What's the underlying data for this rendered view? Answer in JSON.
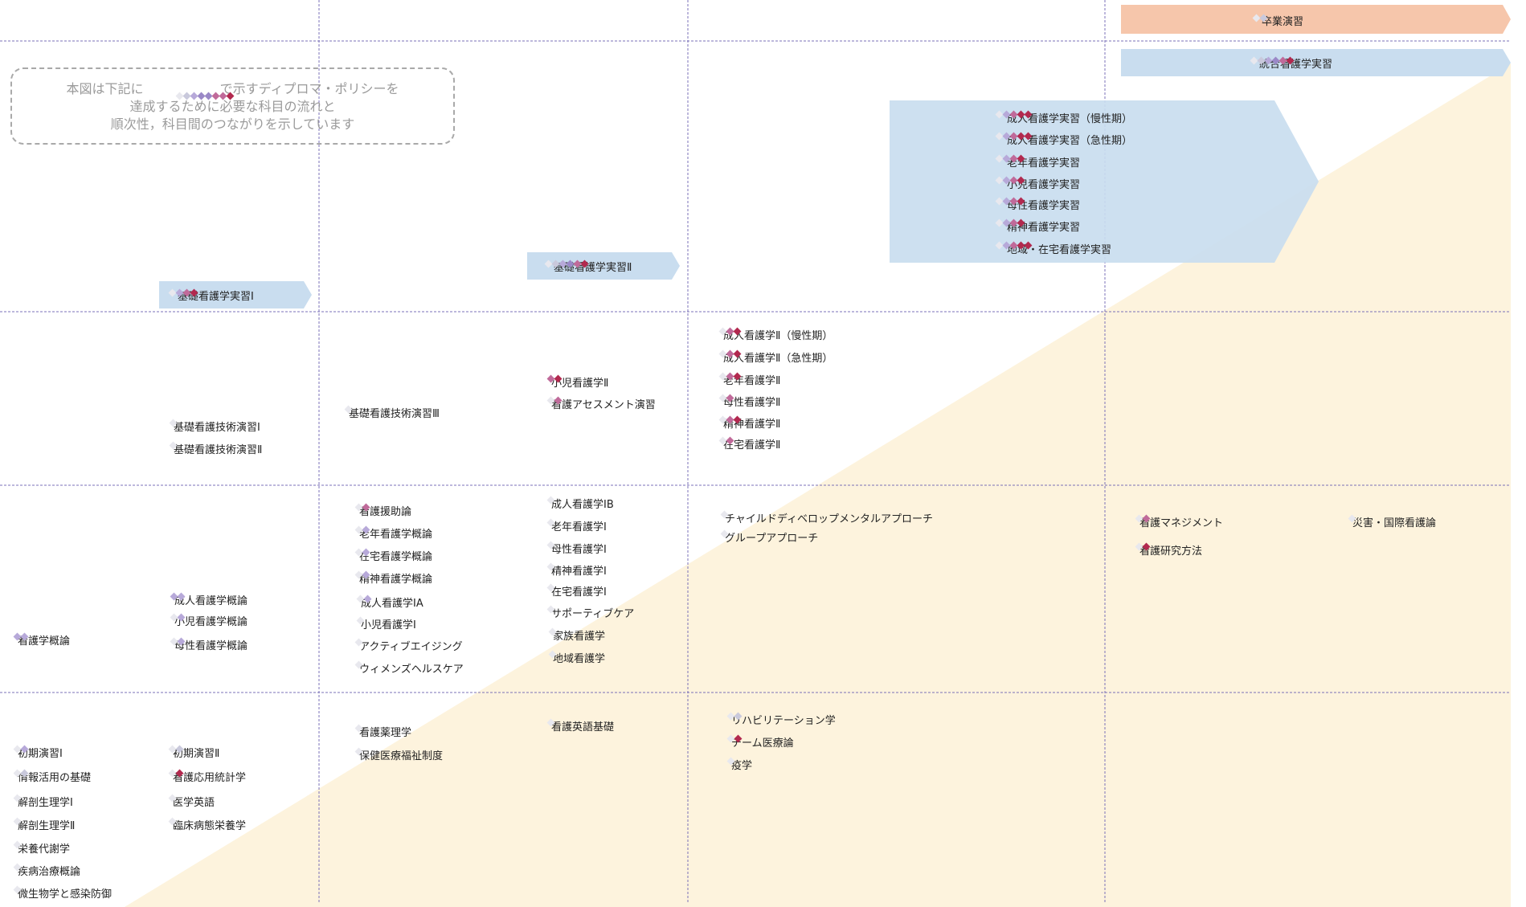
{
  "note": {
    "line1_before": "本図は下記に",
    "line1_after": "で示すディプロマ・ポリシーを",
    "line2": "達成するために必要な科目の流れと",
    "line3": "順次性，科目間のつながりを示しています"
  },
  "colors": {
    "grid_line": "#7b72b8",
    "triangle": "#fdf3dd",
    "banner_blue": "#c9ddef",
    "banner_orange": "#f6c6ab",
    "note_border": "#a9a9a9",
    "dp": [
      "#e8e8ee",
      "#c9c9dc",
      "#b7a9d9",
      "#9a88c7",
      "#c06a9a",
      "#b2294f"
    ]
  },
  "banners": [
    {
      "label": "卒業演習",
      "color": "orange",
      "dots": [
        0,
        1
      ]
    },
    {
      "label": "統合看護学実習",
      "color": "blue",
      "dots": [
        0,
        1,
        2,
        3,
        4,
        5
      ]
    },
    {
      "label": "基礎看護学実習Ⅱ",
      "color": "blue",
      "dots": [
        0,
        1,
        2,
        3,
        4,
        5
      ]
    },
    {
      "label": "基礎看護学実習Ⅰ",
      "color": "blue",
      "dots": [
        0,
        2,
        4,
        5
      ]
    },
    {
      "label": "",
      "color": "blue",
      "dots": []
    }
  ],
  "practicum_group": {
    "items": [
      {
        "label": "成人看護学実習（慢性期）",
        "dots": [
          0,
          2,
          4,
          5,
          5
        ]
      },
      {
        "label": "成人看護学実習（急性期）",
        "dots": [
          0,
          2,
          4,
          5,
          5
        ]
      },
      {
        "label": "老年看護学実習",
        "dots": [
          0,
          2,
          4,
          5
        ]
      },
      {
        "label": "小児看護学実習",
        "dots": [
          0,
          2,
          4,
          5
        ]
      },
      {
        "label": "母性看護学実習",
        "dots": [
          0,
          2,
          4,
          5
        ]
      },
      {
        "label": "精神看護学実習",
        "dots": [
          0,
          2,
          4,
          5
        ]
      },
      {
        "label": "地域・在宅看護学実習",
        "dots": [
          0,
          2,
          4,
          5,
          5
        ]
      }
    ]
  },
  "subjects": [
    {
      "label": "基礎看護技術演習Ⅰ",
      "dots": [
        0
      ]
    },
    {
      "label": "基礎看護技術演習Ⅱ",
      "dots": [
        0
      ]
    },
    {
      "label": "基礎看護技術演習Ⅲ",
      "dots": [
        0
      ]
    },
    {
      "label": "小児看護学Ⅱ",
      "dots": [
        4,
        5
      ]
    },
    {
      "label": "看護アセスメント演習",
      "dots": [
        0,
        4
      ]
    },
    {
      "label": "成人看護学Ⅱ（慢性期）",
      "dots": [
        0,
        4,
        5
      ]
    },
    {
      "label": "成人看護学Ⅱ（急性期）",
      "dots": [
        0,
        4,
        5
      ]
    },
    {
      "label": "老年看護学Ⅱ",
      "dots": [
        0,
        4,
        5
      ]
    },
    {
      "label": "母性看護学Ⅱ",
      "dots": [
        0,
        4
      ]
    },
    {
      "label": "精神看護学Ⅱ",
      "dots": [
        0,
        4,
        5
      ]
    },
    {
      "label": "在宅看護学Ⅱ",
      "dots": [
        0,
        4
      ]
    },
    {
      "label": "看護援助論",
      "dots": [
        0,
        4
      ]
    },
    {
      "label": "老年看護学概論",
      "dots": [
        0,
        2
      ]
    },
    {
      "label": "在宅看護学概論",
      "dots": [
        0,
        2
      ]
    },
    {
      "label": "精神看護学概論",
      "dots": [
        0,
        2
      ]
    },
    {
      "label": "成人看護学ⅠA",
      "dots": [
        0,
        2
      ]
    },
    {
      "label": "小児看護学Ⅰ",
      "dots": [
        0
      ]
    },
    {
      "label": "アクティブエイジング",
      "dots": [
        0
      ]
    },
    {
      "label": "ウィメンズヘルスケア",
      "dots": [
        0
      ]
    },
    {
      "label": "成人看護学ⅠB",
      "dots": [
        0
      ]
    },
    {
      "label": "老年看護学Ⅰ",
      "dots": [
        0
      ]
    },
    {
      "label": "母性看護学Ⅰ",
      "dots": [
        0
      ]
    },
    {
      "label": "精神看護学Ⅰ",
      "dots": [
        0
      ]
    },
    {
      "label": "在宅看護学Ⅰ",
      "dots": [
        0
      ]
    },
    {
      "label": "サポーティブケア",
      "dots": [
        0
      ]
    },
    {
      "label": "家族看護学",
      "dots": [
        0
      ]
    },
    {
      "label": "地域看護学",
      "dots": [
        0
      ]
    },
    {
      "label": "チャイルドディベロップメンタルアプローチ",
      "dots": [
        0
      ]
    },
    {
      "label": "グループアプローチ",
      "dots": [
        0
      ]
    },
    {
      "label": "看護マネジメント",
      "dots": [
        0,
        4
      ]
    },
    {
      "label": "看護研究方法",
      "dots": [
        0,
        5
      ]
    },
    {
      "label": "災害・国際看護論",
      "dots": [
        0
      ]
    },
    {
      "label": "看護学概論",
      "dots": [
        2,
        2
      ]
    },
    {
      "label": "成人看護学概論",
      "dots": [
        2,
        2
      ]
    },
    {
      "label": "小児看護学概論",
      "dots": [
        0,
        2
      ]
    },
    {
      "label": "母性看護学概論",
      "dots": [
        0,
        2
      ]
    },
    {
      "label": "初期演習Ⅰ",
      "dots": [
        0,
        2
      ]
    },
    {
      "label": "情報活用の基礎",
      "dots": [
        0,
        1
      ]
    },
    {
      "label": "解剖生理学Ⅰ",
      "dots": [
        0
      ]
    },
    {
      "label": "解剖生理学Ⅱ",
      "dots": [
        0
      ]
    },
    {
      "label": "栄養代謝学",
      "dots": [
        0
      ]
    },
    {
      "label": "疾病治療概論",
      "dots": [
        0
      ]
    },
    {
      "label": "微生物学と感染防御",
      "dots": [
        0
      ]
    },
    {
      "label": "初期演習Ⅱ",
      "dots": [
        0,
        1
      ]
    },
    {
      "label": "看護応用統計学",
      "dots": [
        0,
        5
      ]
    },
    {
      "label": "医学英語",
      "dots": [
        0
      ]
    },
    {
      "label": "臨床病態栄養学",
      "dots": [
        0
      ]
    },
    {
      "label": "看護薬理学",
      "dots": [
        0
      ]
    },
    {
      "label": "保健医療福祉制度",
      "dots": [
        0
      ]
    },
    {
      "label": "看護英語基礎",
      "dots": [
        0
      ]
    },
    {
      "label": "リハビリテーション学",
      "dots": [
        0,
        1
      ]
    },
    {
      "label": "チーム医療論",
      "dots": [
        0,
        5
      ]
    },
    {
      "label": "疫学",
      "dots": [
        0
      ]
    }
  ]
}
